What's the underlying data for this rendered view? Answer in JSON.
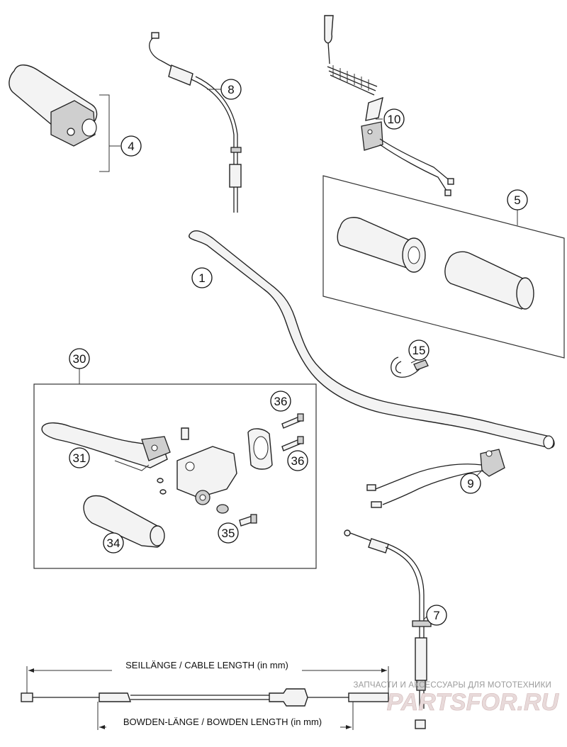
{
  "callouts": [
    {
      "id": "c1",
      "label": "1"
    },
    {
      "id": "c4",
      "label": "4"
    },
    {
      "id": "c5",
      "label": "5"
    },
    {
      "id": "c7",
      "label": "7"
    },
    {
      "id": "c8",
      "label": "8"
    },
    {
      "id": "c9",
      "label": "9"
    },
    {
      "id": "c10",
      "label": "10"
    },
    {
      "id": "c15",
      "label": "15"
    },
    {
      "id": "c30",
      "label": "30"
    },
    {
      "id": "c31",
      "label": "31"
    },
    {
      "id": "c34",
      "label": "34"
    },
    {
      "id": "c35",
      "label": "35"
    },
    {
      "id": "c36a",
      "label": "36"
    },
    {
      "id": "c36b",
      "label": "36"
    }
  ],
  "dimensions": {
    "cable_length": "SEILLÄNGE / CABLE LENGTH (in mm)",
    "bowden_length": "BOWDEN-LÄNGE / BOWDEN LENGTH (in mm)"
  },
  "watermark": {
    "subtitle": "ЗАПЧАСТИ И АКСЕССУАРЫ ДЛЯ МОТОТЕХНИКИ",
    "logo": "PARTSFOR.RU",
    "colors": {
      "subtitle": "#9a9a9a",
      "logo_fill": "#e8dada"
    }
  }
}
